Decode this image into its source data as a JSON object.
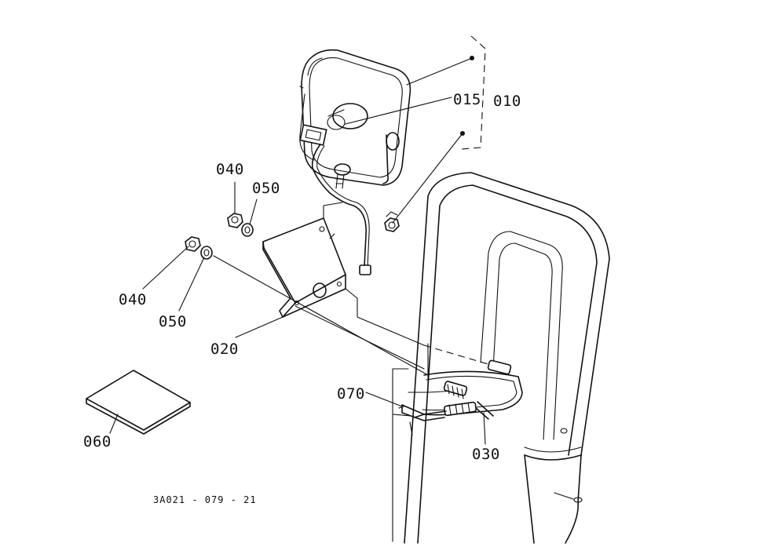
{
  "callouts": {
    "p010": "010",
    "p015": "015",
    "p020": "020",
    "p030": "030",
    "p040_top": "040",
    "p040_left": "040",
    "p050_top": "050",
    "p050_left": "050",
    "p060": "060",
    "p070": "070"
  },
  "drawing_code": "3A021 - 079 - 21"
}
